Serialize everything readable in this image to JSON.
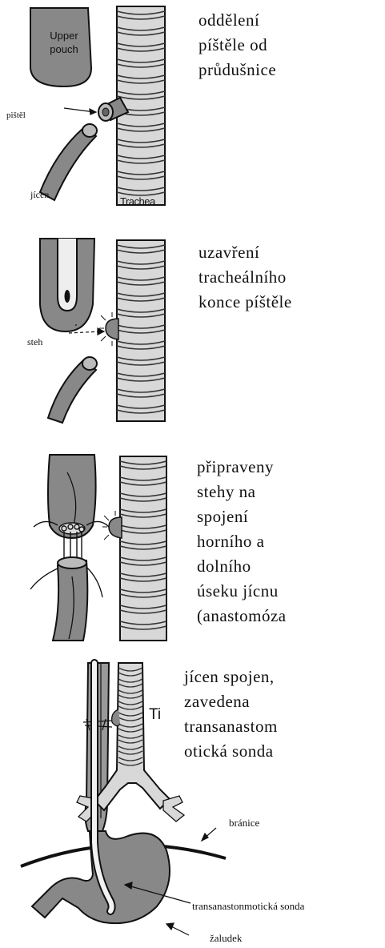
{
  "step1": {
    "caption": "oddělení\npíštěle od\nprůdušnice",
    "upper_pouch": "Upper\npouch",
    "fistula": "pištěl",
    "esophagus": "jícen",
    "trachea": "Trachea"
  },
  "step2": {
    "caption": "uzavření\ntracheálního\nkonce píštěle",
    "suture": "steh"
  },
  "step3": {
    "caption": "připraveny\nstehy na\nspojení\nhorního a\ndolního\núseku jícnu\n(anastomóza"
  },
  "step4": {
    "caption": "jícen spojen,\nzavedena\ntransanastom\notická sonda",
    "trachea_fragment": "Ti",
    "diaphragm": "bránice",
    "tube": "transanastonmotická sonda",
    "stomach": "žaludek"
  },
  "colors": {
    "tissue": "#888888",
    "trachea": "#d8d8d8",
    "outline": "#111111"
  }
}
